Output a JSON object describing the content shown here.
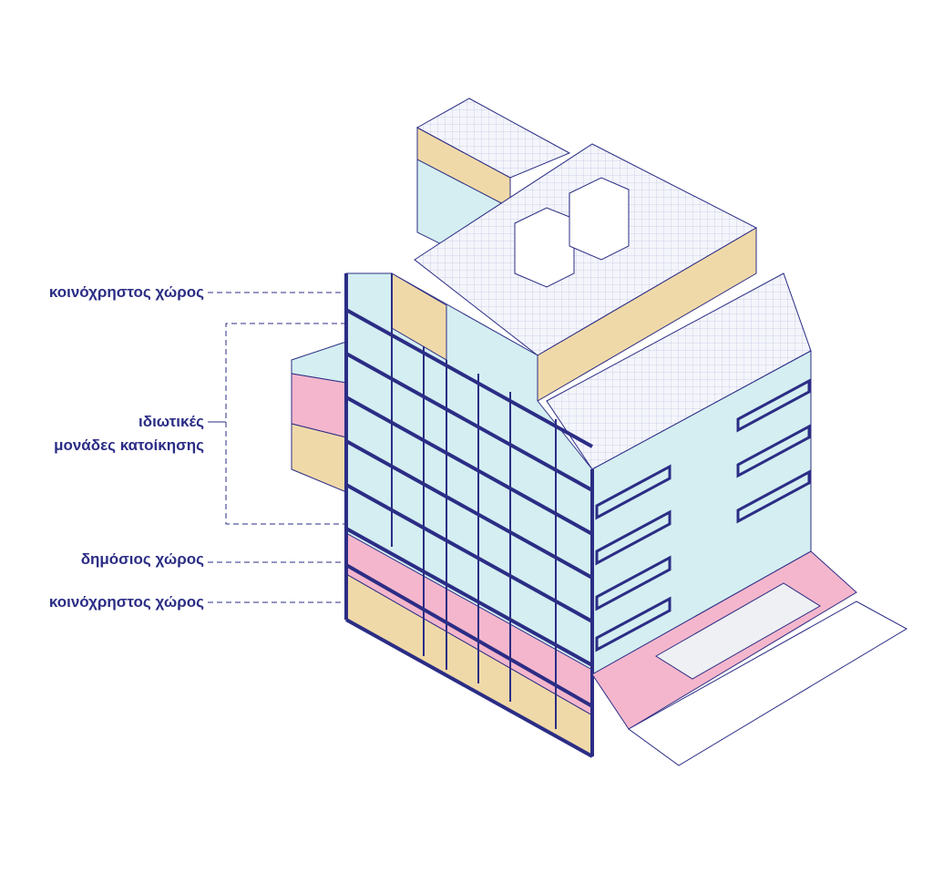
{
  "labels": {
    "shared_space_top": "κοινόχρηστος χώρος",
    "private_units_line1": "ιδιωτικές",
    "private_units_line2": "μονάδες κατοίκησης",
    "public_space": "δημόσιος χώρος",
    "shared_space_bottom": "κοινόχρηστος χώρος"
  },
  "colors": {
    "navy": "#2b2d85",
    "light_blue": "#d4eef1",
    "beige": "#f0d9a8",
    "pink": "#f4b6cc",
    "roof": "#f4f5fb"
  }
}
